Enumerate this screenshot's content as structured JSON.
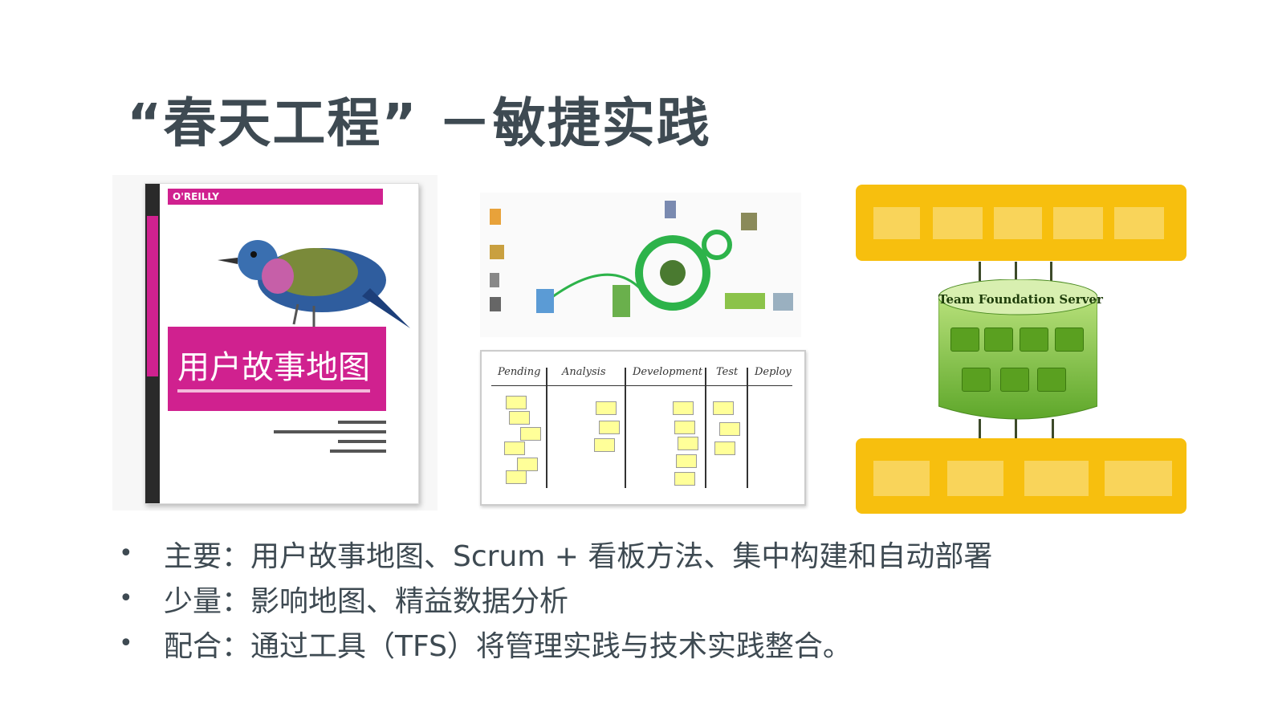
{
  "title": "“春天工程” －敏捷实践",
  "book": {
    "publisher": "O'REILLY",
    "title": "用户故事地图"
  },
  "kanban": {
    "columns": [
      "Pending",
      "Analysis",
      "Development",
      "Test",
      "Deploy"
    ]
  },
  "tfs": {
    "server_label": "Team Foundation Server",
    "colors": {
      "bar": "#f7bf0e",
      "cylinder": "#7dc13f"
    }
  },
  "bullets": [
    "主要：用户故事地图、Scrum + 看板方法、集中构建和自动部署",
    "少量：影响地图、精益数据分析",
    "配合：通过工具（TFS）将管理实践与技术实践整合。"
  ],
  "bullet_marker": "•"
}
